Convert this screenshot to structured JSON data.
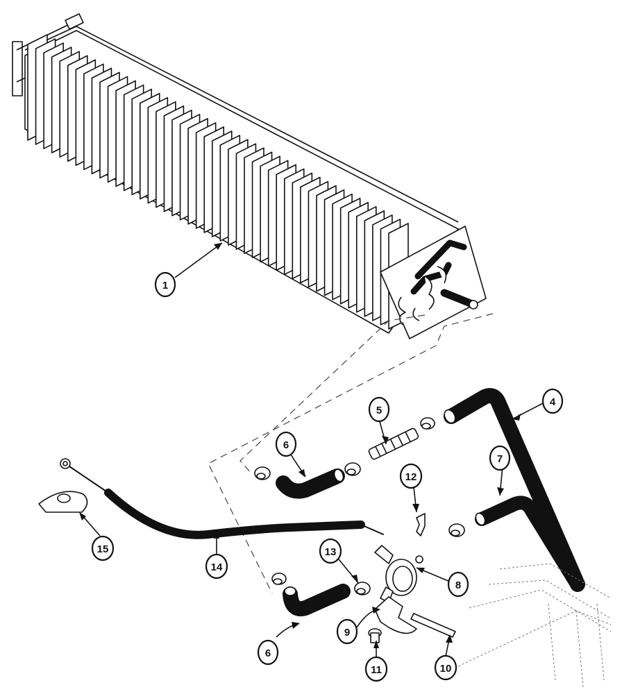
{
  "diagram": {
    "callouts": [
      {
        "id": "1",
        "label": "1"
      },
      {
        "id": "4",
        "label": "4"
      },
      {
        "id": "5",
        "label": "5"
      },
      {
        "id": "6a",
        "label": "6"
      },
      {
        "id": "6b",
        "label": "6"
      },
      {
        "id": "7",
        "label": "7"
      },
      {
        "id": "8",
        "label": "8"
      },
      {
        "id": "9",
        "label": "9"
      },
      {
        "id": "10",
        "label": "10"
      },
      {
        "id": "11",
        "label": "11"
      },
      {
        "id": "12",
        "label": "12"
      },
      {
        "id": "13",
        "label": "13"
      },
      {
        "id": "14",
        "label": "14"
      },
      {
        "id": "15",
        "label": "15"
      }
    ],
    "colors": {
      "ink": "#111111",
      "paper": "#ffffff"
    }
  }
}
